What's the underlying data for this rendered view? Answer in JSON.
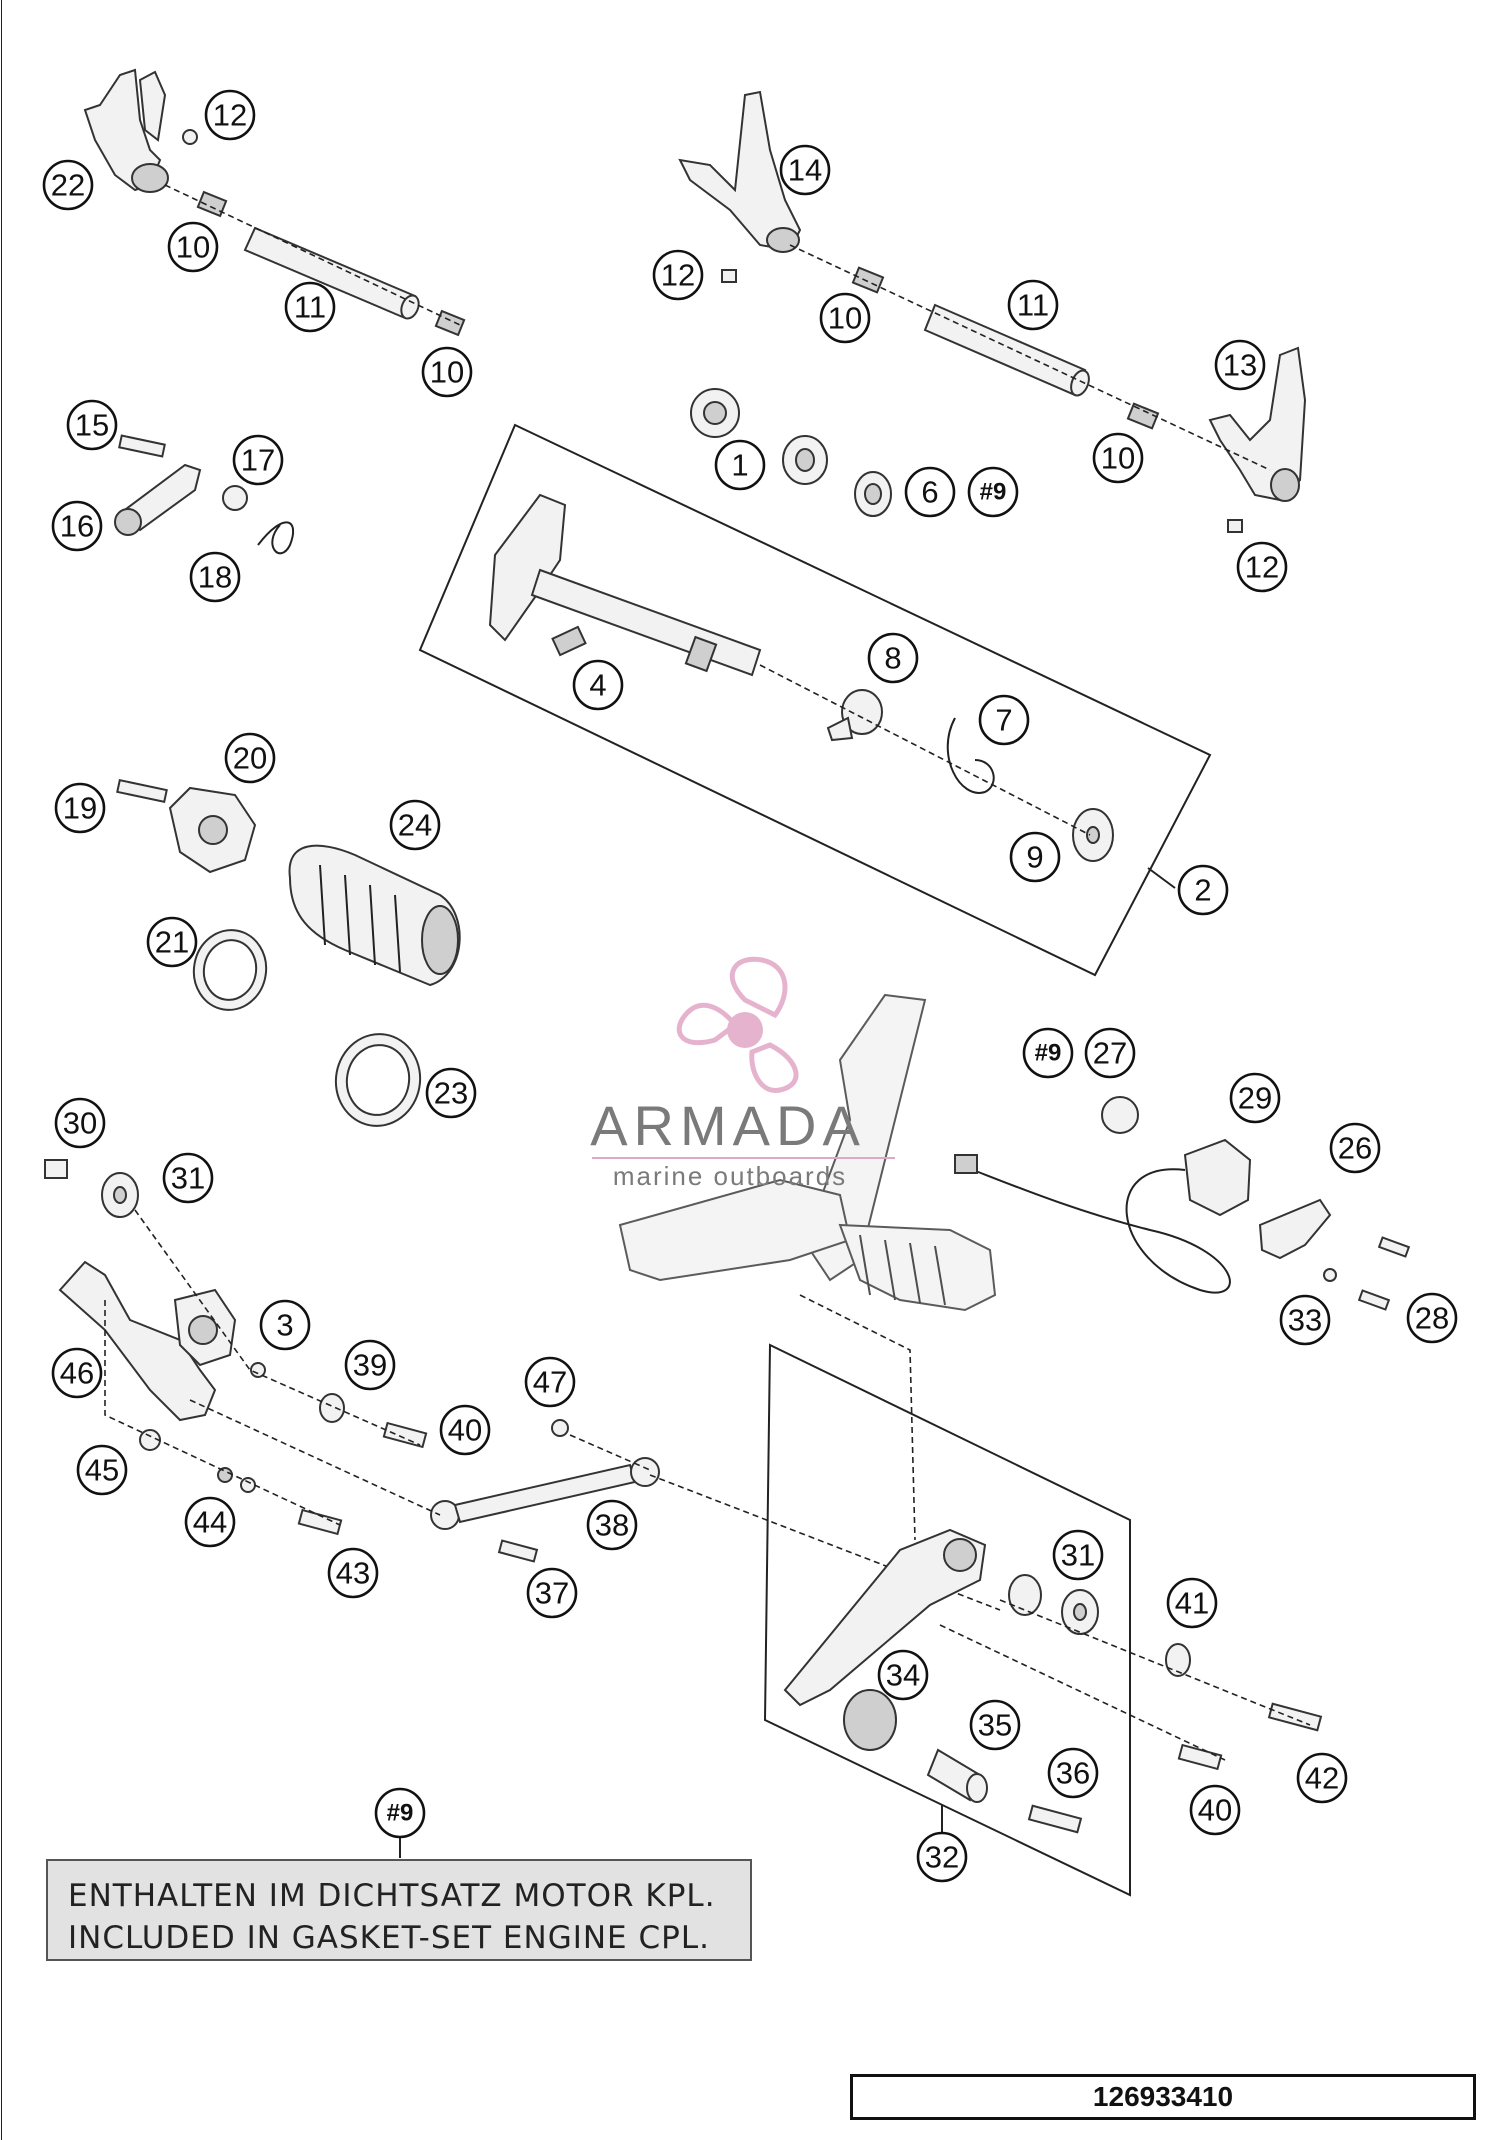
{
  "callouts": [
    {
      "id": "c12a",
      "label": "12"
    },
    {
      "id": "c22",
      "label": "22"
    },
    {
      "id": "c10a",
      "label": "10"
    },
    {
      "id": "c11a",
      "label": "11"
    },
    {
      "id": "c10b",
      "label": "10"
    },
    {
      "id": "c14",
      "label": "14"
    },
    {
      "id": "c12b",
      "label": "12"
    },
    {
      "id": "c10c",
      "label": "10"
    },
    {
      "id": "c11b",
      "label": "11"
    },
    {
      "id": "c13",
      "label": "13"
    },
    {
      "id": "c10d",
      "label": "10"
    },
    {
      "id": "c12c",
      "label": "12"
    },
    {
      "id": "c15",
      "label": "15"
    },
    {
      "id": "c17",
      "label": "17"
    },
    {
      "id": "c16",
      "label": "16"
    },
    {
      "id": "c18",
      "label": "18"
    },
    {
      "id": "c1",
      "label": "1"
    },
    {
      "id": "c6",
      "label": "6"
    },
    {
      "id": "c9a",
      "label": "#9"
    },
    {
      "id": "c4",
      "label": "4"
    },
    {
      "id": "c8",
      "label": "8"
    },
    {
      "id": "c7",
      "label": "7"
    },
    {
      "id": "c9b",
      "label": "9"
    },
    {
      "id": "c2",
      "label": "2"
    },
    {
      "id": "c20",
      "label": "20"
    },
    {
      "id": "c19",
      "label": "19"
    },
    {
      "id": "c24",
      "label": "24"
    },
    {
      "id": "c21",
      "label": "21"
    },
    {
      "id": "c23",
      "label": "23"
    },
    {
      "id": "c9c",
      "label": "#9"
    },
    {
      "id": "c27",
      "label": "27"
    },
    {
      "id": "c29",
      "label": "29"
    },
    {
      "id": "c26",
      "label": "26"
    },
    {
      "id": "c33",
      "label": "33"
    },
    {
      "id": "c28",
      "label": "28"
    },
    {
      "id": "c30",
      "label": "30"
    },
    {
      "id": "c31a",
      "label": "31"
    },
    {
      "id": "c3",
      "label": "3"
    },
    {
      "id": "c39",
      "label": "39"
    },
    {
      "id": "c46",
      "label": "46"
    },
    {
      "id": "c40a",
      "label": "40"
    },
    {
      "id": "c47",
      "label": "47"
    },
    {
      "id": "c45",
      "label": "45"
    },
    {
      "id": "c44",
      "label": "44"
    },
    {
      "id": "c38",
      "label": "38"
    },
    {
      "id": "c43",
      "label": "43"
    },
    {
      "id": "c37",
      "label": "37"
    },
    {
      "id": "c31b",
      "label": "31"
    },
    {
      "id": "c41",
      "label": "41"
    },
    {
      "id": "c34",
      "label": "34"
    },
    {
      "id": "c35",
      "label": "35"
    },
    {
      "id": "c36",
      "label": "36"
    },
    {
      "id": "c40b",
      "label": "40"
    },
    {
      "id": "c42",
      "label": "42"
    },
    {
      "id": "c32",
      "label": "32"
    },
    {
      "id": "c9d",
      "label": "#9"
    }
  ],
  "note": {
    "line1": "ENTHALTEN IM DICHTSATZ MOTOR KPL.",
    "line2": "INCLUDED IN GASKET-SET ENGINE CPL."
  },
  "document_number": "126933410",
  "watermark": {
    "brand": "ARMADA",
    "tagline": "marine outboards",
    "accent_color": "#e2a6c6"
  }
}
